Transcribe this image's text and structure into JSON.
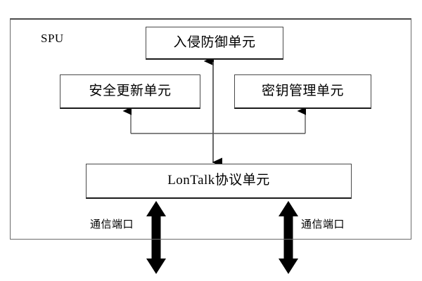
{
  "diagram": {
    "container": {
      "name": "SPU",
      "title": "SPU"
    },
    "nodes": [
      {
        "id": "intrusion-prevention-unit",
        "label": "入侵防御单元",
        "role": "intrusion prevention"
      },
      {
        "id": "security-update-unit",
        "label": "安全更新单元",
        "role": "security update"
      },
      {
        "id": "key-management-unit",
        "label": "密钥管理单元",
        "role": "key management"
      },
      {
        "id": "lontalk-protocol-unit",
        "label": "LonTalk协议单元",
        "role": "protocol stack"
      }
    ],
    "ports": [
      {
        "id": "comm-port-left",
        "label": "通信端口"
      },
      {
        "id": "comm-port-right",
        "label": "通信端口"
      }
    ],
    "connectors": [
      {
        "id": "lontalk-intrusion-bidirectional",
        "from": "lontalk-protocol-unit",
        "to": "intrusion-prevention-unit",
        "style": "double-arrow-vertical"
      },
      {
        "id": "bus-to-security-update",
        "from": "shared-bus",
        "to": "security-update-unit",
        "style": "arrow-up"
      },
      {
        "id": "bus-to-key-management",
        "from": "shared-bus",
        "to": "key-management-unit",
        "style": "arrow-up"
      },
      {
        "id": "comm-port-left-link",
        "from": "lontalk-protocol-unit",
        "to": "comm-port-left",
        "style": "thick-double-arrow"
      },
      {
        "id": "comm-port-right-link",
        "from": "lontalk-protocol-unit",
        "to": "comm-port-right",
        "style": "thick-double-arrow"
      }
    ],
    "colors": {
      "background": "#ffffff",
      "box_border": "#4a4a4a",
      "box_shadow_edge": "#1a1a1a",
      "container_border": "#6b6b6b",
      "line": "#5a5a5a",
      "arrow_fill": "#000000",
      "text": "#000000"
    }
  }
}
